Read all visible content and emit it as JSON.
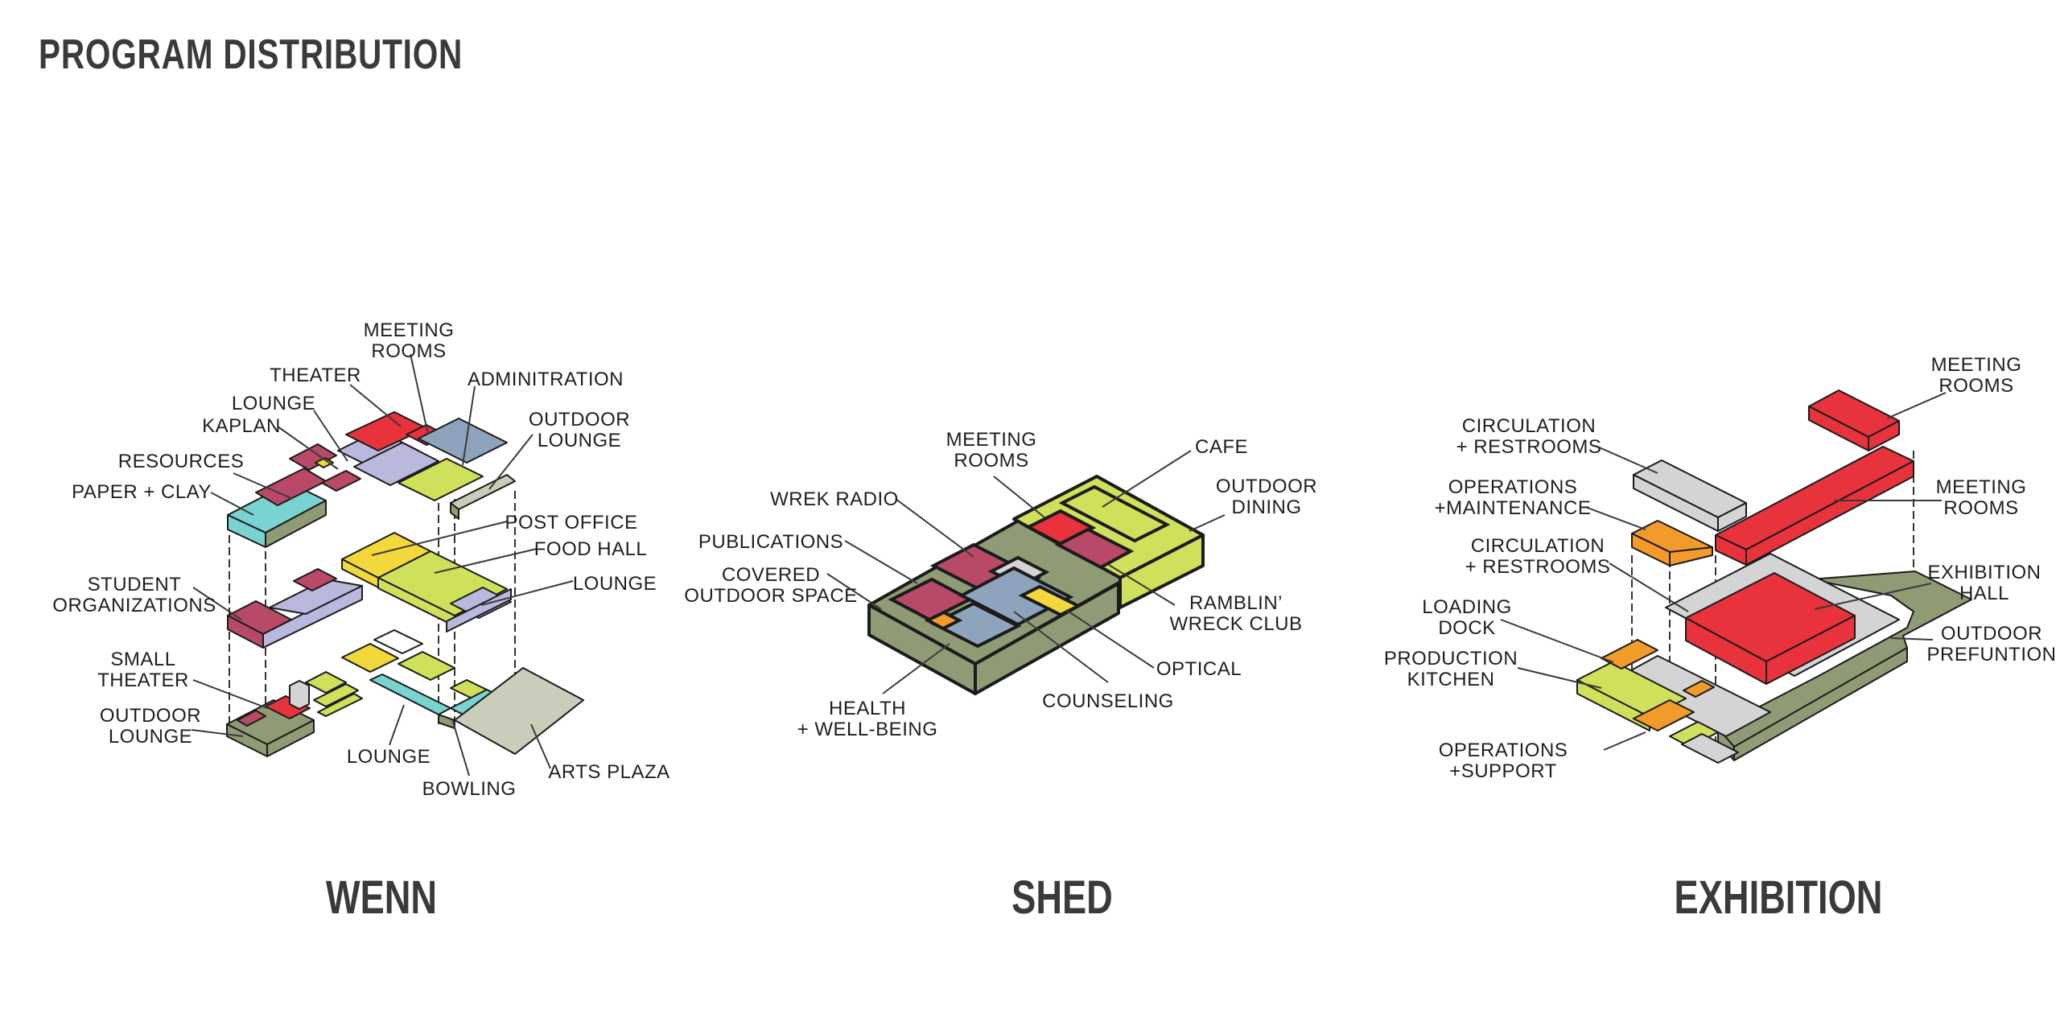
{
  "page_title": "PROGRAM DISTRIBUTION",
  "colors": {
    "red": "#e8323c",
    "magenta": "#b84a68",
    "lavender": "#b9b8dd",
    "blue": "#8ea3bc",
    "lime": "#cfe05a",
    "yellow": "#f2d83a",
    "teal": "#79d3d0",
    "olive": "#8f9b74",
    "orange": "#f29a2a",
    "grey": "#d4d4d4",
    "plaza": "#c9cdb9"
  },
  "diagrams": {
    "wenn": {
      "title": "WENN",
      "labels": {
        "meeting_rooms_1": "MEETING",
        "meeting_rooms_2": "ROOMS",
        "theater": "THEATER",
        "administration": "ADMINITRATION",
        "lounge_top": "LOUNGE",
        "kaplan": "KAPLAN",
        "outdoor_lounge_top_1": "OUTDOOR",
        "outdoor_lounge_top_2": "LOUNGE",
        "resources": "RESOURCES",
        "paper_clay": "PAPER + CLAY",
        "post_office": "POST OFFICE",
        "food_hall": "FOOD HALL",
        "lounge_mid": "LOUNGE",
        "student_org_1": "STUDENT",
        "student_org_2": "ORGANIZATIONS",
        "small_theater_1": "SMALL",
        "small_theater_2": "THEATER",
        "outdoor_lounge_bot_1": "OUTDOOR",
        "outdoor_lounge_bot_2": "LOUNGE",
        "lounge_bot": "LOUNGE",
        "bowling": "BOWLING",
        "arts_plaza": "ARTS PLAZA"
      }
    },
    "shed": {
      "title": "SHED",
      "labels": {
        "meeting_rooms_1": "MEETING",
        "meeting_rooms_2": "ROOMS",
        "cafe": "CAFE",
        "outdoor_dining_1": "OUTDOOR",
        "outdoor_dining_2": "DINING",
        "wrek_radio": "WREK RADIO",
        "publications": "PUBLICATIONS",
        "covered_outdoor_1": "COVERED",
        "covered_outdoor_2": "OUTDOOR SPACE",
        "ramblin_1": "RAMBLIN’",
        "ramblin_2": "WRECK CLUB",
        "optical": "OPTICAL",
        "counseling": "COUNSELING",
        "health_1": "HEALTH",
        "health_2": "+ WELL-BEING"
      }
    },
    "exhibition": {
      "title": "EXHIBITION",
      "labels": {
        "meeting_rooms_top_1": "MEETING",
        "meeting_rooms_top_2": "ROOMS",
        "circulation_top_1": "CIRCULATION",
        "circulation_top_2": "+ RESTROOMS",
        "operations_maint_1": "OPERATIONS",
        "operations_maint_2": "+MAINTENANCE",
        "meeting_rooms_mid_1": "MEETING",
        "meeting_rooms_mid_2": "ROOMS",
        "circulation_mid_1": "CIRCULATION",
        "circulation_mid_2": "+ RESTROOMS",
        "exhibition_hall_1": "EXHIBITION",
        "exhibition_hall_2": "HALL",
        "loading_dock_1": "LOADING",
        "loading_dock_2": "DOCK",
        "outdoor_prefunction_1": "OUTDOOR",
        "outdoor_prefunction_2": "PREFUNTION",
        "production_kitchen_1": "PRODUCTION",
        "production_kitchen_2": "KITCHEN",
        "operations_support_1": "OPERATIONS",
        "operations_support_2": "+SUPPORT"
      }
    }
  }
}
